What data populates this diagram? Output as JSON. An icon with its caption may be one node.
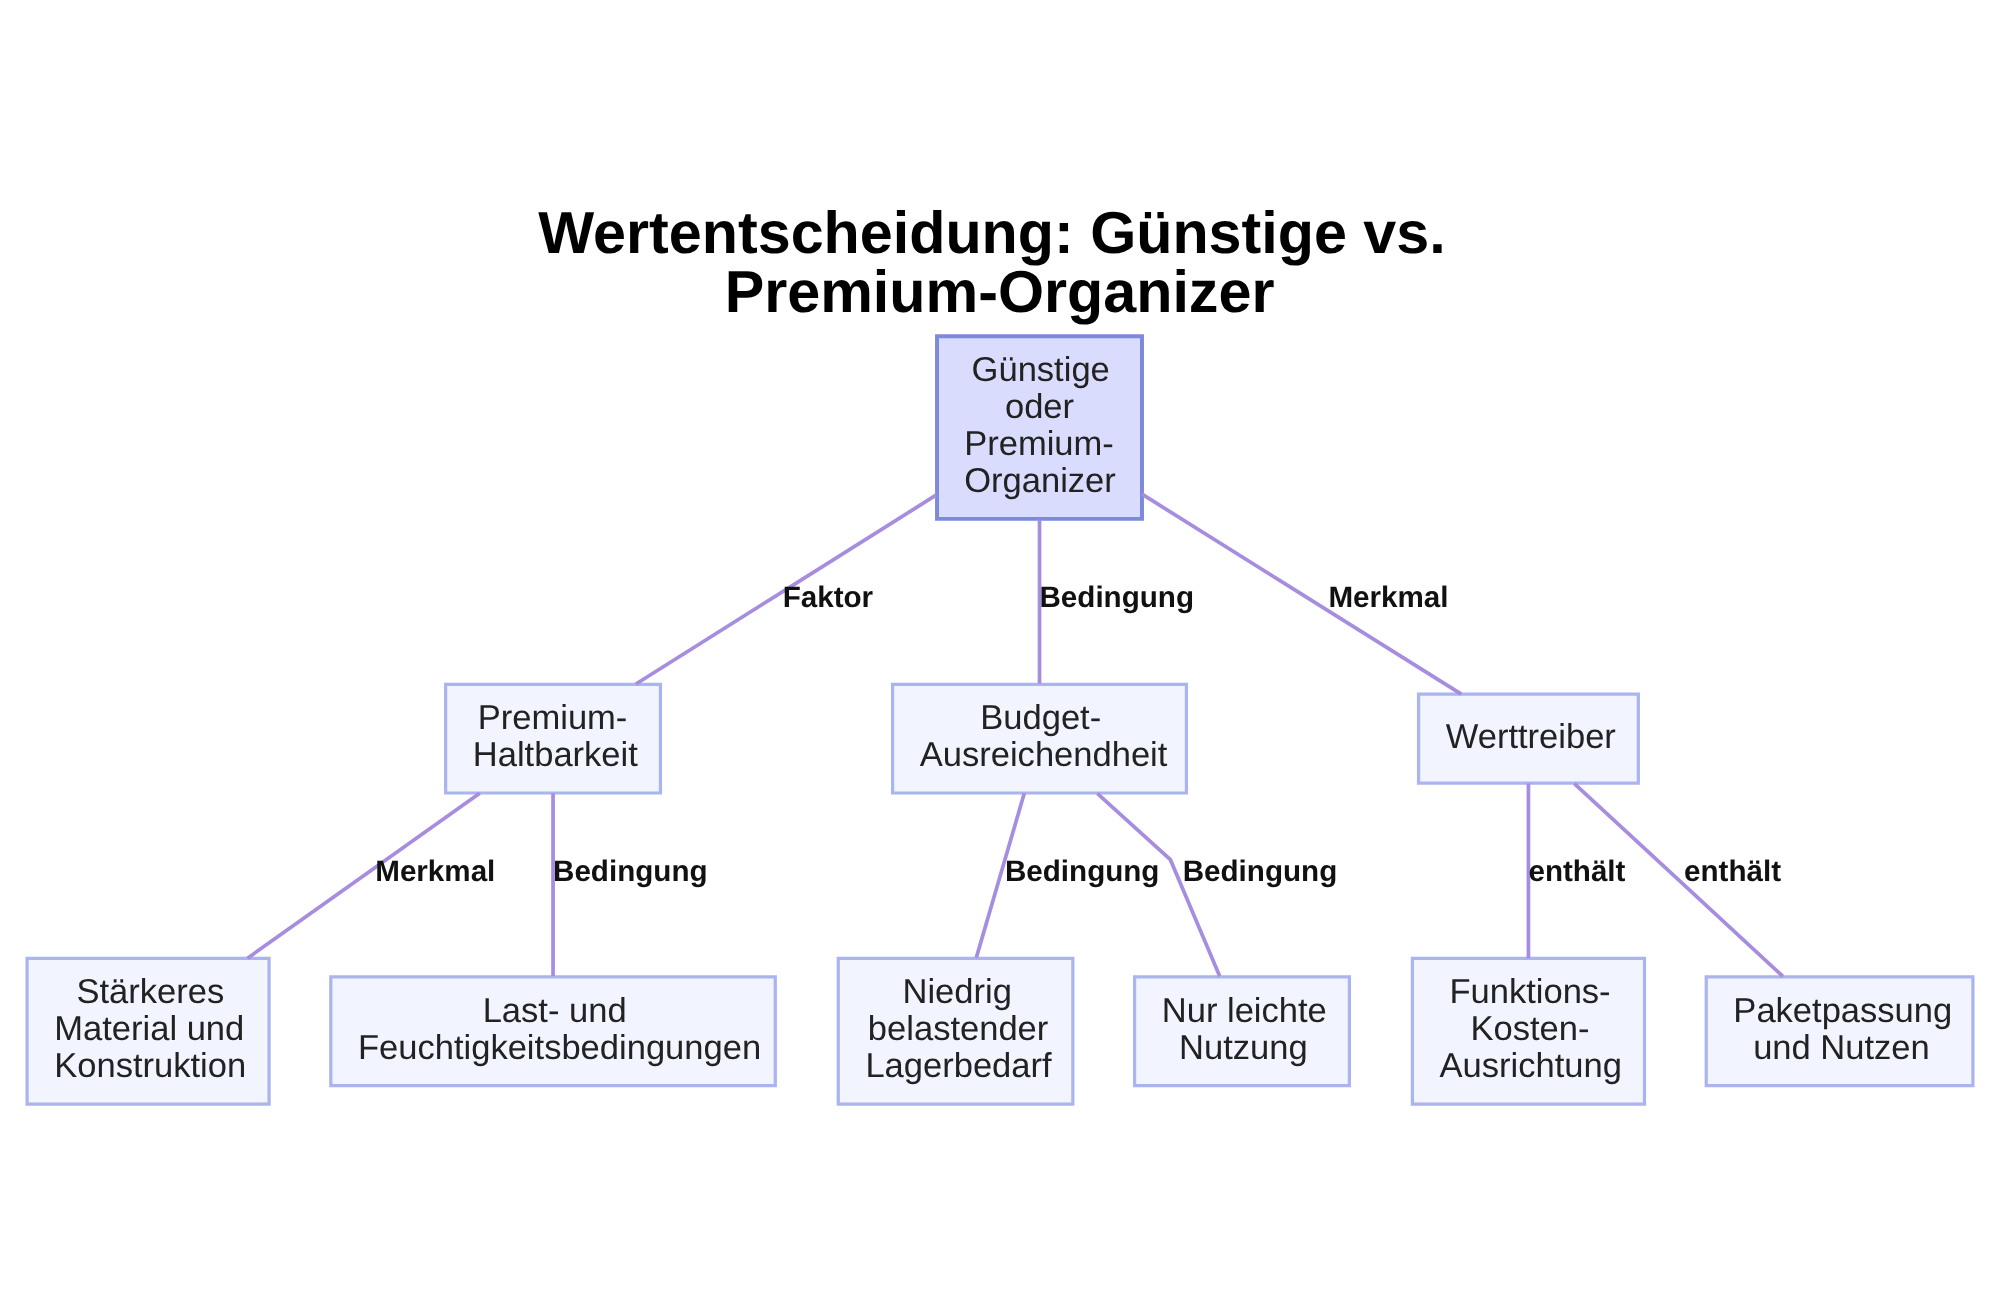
{
  "diagram": {
    "title": "Wertentscheidung: Günstige vs. Premium-Organizer",
    "nodes": [
      {
        "text": [
          "Günstige oder Premium-Organizer"
        ]
      },
      {
        "text": [
          "Premium-Haltbarkeit"
        ]
      },
      {
        "text": [
          "Budget-Ausreichendheit"
        ]
      },
      {
        "text": [
          "Werttreiber"
        ]
      },
      {
        "text": [
          "Stärkeres Material und Konstruktion"
        ]
      },
      {
        "text": [
          "Last- und Feuchtigkeitsbedingungen"
        ]
      },
      {
        "text": [
          "Niedrig belastender Lagerbedarf"
        ]
      },
      {
        "text": [
          "Nur leichte Nutzung"
        ]
      },
      {
        "text": [
          "Funktions-Kosten-Ausrichtung"
        ]
      },
      {
        "text": [
          "Paketpassung und Nutzen"
        ]
      }
    ],
    "edges": [
      {
        "from": 0,
        "to": 1,
        "arrow": "none",
        "label": "Faktor"
      },
      {
        "from": 0,
        "to": 2,
        "arrow": "none",
        "label": "Bedingung"
      },
      {
        "from": 0,
        "to": 3,
        "arrow": "none",
        "label": "Merkmal"
      },
      {
        "from": 1,
        "to": 4,
        "arrow": "none",
        "label": "Merkmal"
      },
      {
        "from": 1,
        "to": 5,
        "arrow": "none",
        "label": "Bedingung"
      },
      {
        "from": 2,
        "to": 6,
        "arrow": "none",
        "label": "Bedingung"
      },
      {
        "from": 2,
        "to": 7,
        "arrow": "none",
        "label": "Bedingung"
      },
      {
        "from": 3,
        "to": 8,
        "arrow": "none",
        "label": "enthält"
      },
      {
        "from": 3,
        "to": 9,
        "arrow": "none",
        "label": "enthält"
      }
    ]
  }
}
